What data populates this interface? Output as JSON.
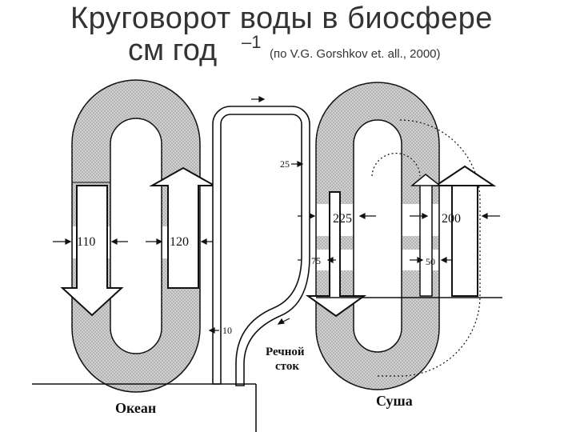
{
  "title": {
    "line1": "Круговорот воды в биосфере",
    "line2": "см год",
    "superscript": "–1",
    "source": "(по V.G. Gorshkov et. all., 2000)"
  },
  "diagram": {
    "ocean": {
      "region_label": "Океан",
      "evaporation": "120",
      "precipitation": "110"
    },
    "land": {
      "region_label": "Суша",
      "precipitation": "225",
      "evaporation": "200",
      "inner_flow": "50",
      "flow_75": "75"
    },
    "transport": {
      "to_land": "25",
      "return": "10",
      "river_label_line1": "Речной",
      "river_label_line2": "сток"
    }
  },
  "colors": {
    "band_fill": "#d0d0d0",
    "line": "#111111",
    "title_text": "#333333"
  }
}
